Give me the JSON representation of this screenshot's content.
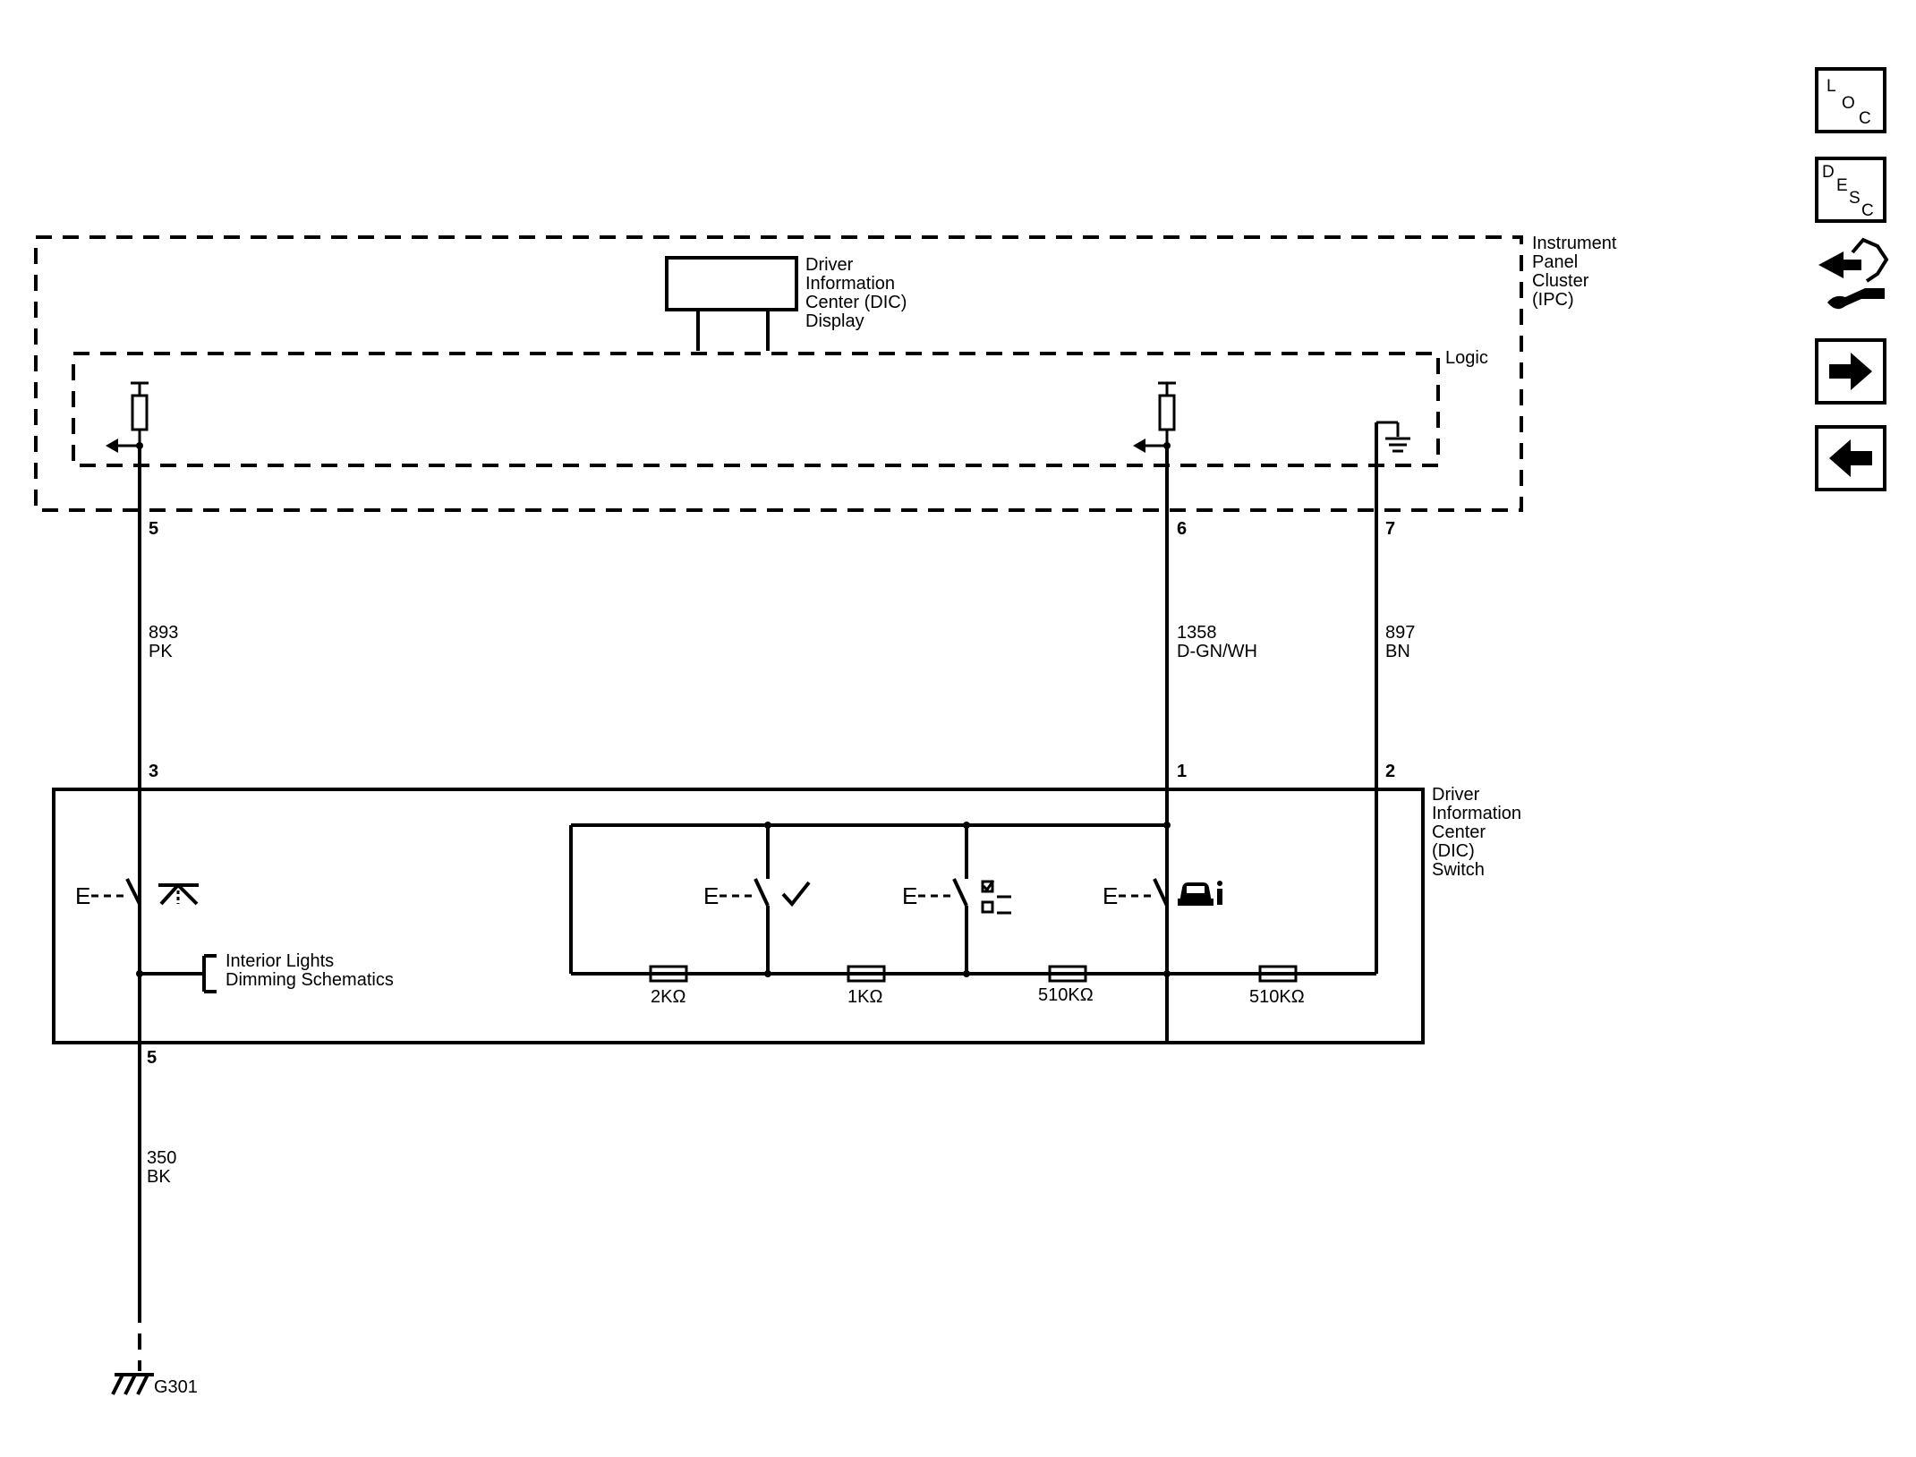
{
  "components": {
    "ipc": {
      "lines": [
        "Instrument",
        "Panel",
        "Cluster",
        "(IPC)"
      ]
    },
    "dic_display": {
      "lines": [
        "Driver",
        "Information",
        "Center (DIC)",
        "Display"
      ]
    },
    "logic": {
      "label": "Logic"
    },
    "dic_switch": {
      "lines": [
        "Driver",
        "Information",
        "Center",
        "(DIC)",
        "Switch"
      ]
    },
    "interior_lights": {
      "lines": [
        "Interior Lights",
        "Dimming Schematics"
      ]
    },
    "ground": {
      "label": "G301"
    }
  },
  "pins": {
    "ipc_5": "5",
    "ipc_6": "6",
    "ipc_7": "7",
    "sw_3": "3",
    "sw_1": "1",
    "sw_2": "2",
    "sw_5": "5"
  },
  "wires": {
    "w893": {
      "circuit": "893",
      "color": "PK"
    },
    "w1358": {
      "circuit": "1358",
      "color": "D-GN/WH"
    },
    "w897": {
      "circuit": "897",
      "color": "BN"
    },
    "w350": {
      "circuit": "350",
      "color": "BK"
    }
  },
  "resistors": {
    "r1": "2KΩ",
    "r2": "1KΩ",
    "r3": "510KΩ",
    "r4": "510KΩ"
  },
  "switches": {
    "s1": {
      "prefix": "E",
      "icon": "dimming-icon"
    },
    "s2": {
      "prefix": "E",
      "icon": "checkmark-icon"
    },
    "s3": {
      "prefix": "E",
      "icon": "menu-checklist-icon"
    },
    "s4": {
      "prefix": "E",
      "icon": "vehicle-info-icon"
    }
  },
  "nav": {
    "loc": [
      "L",
      "O",
      "C"
    ],
    "desc": [
      "D",
      "E",
      "S",
      "C"
    ]
  }
}
